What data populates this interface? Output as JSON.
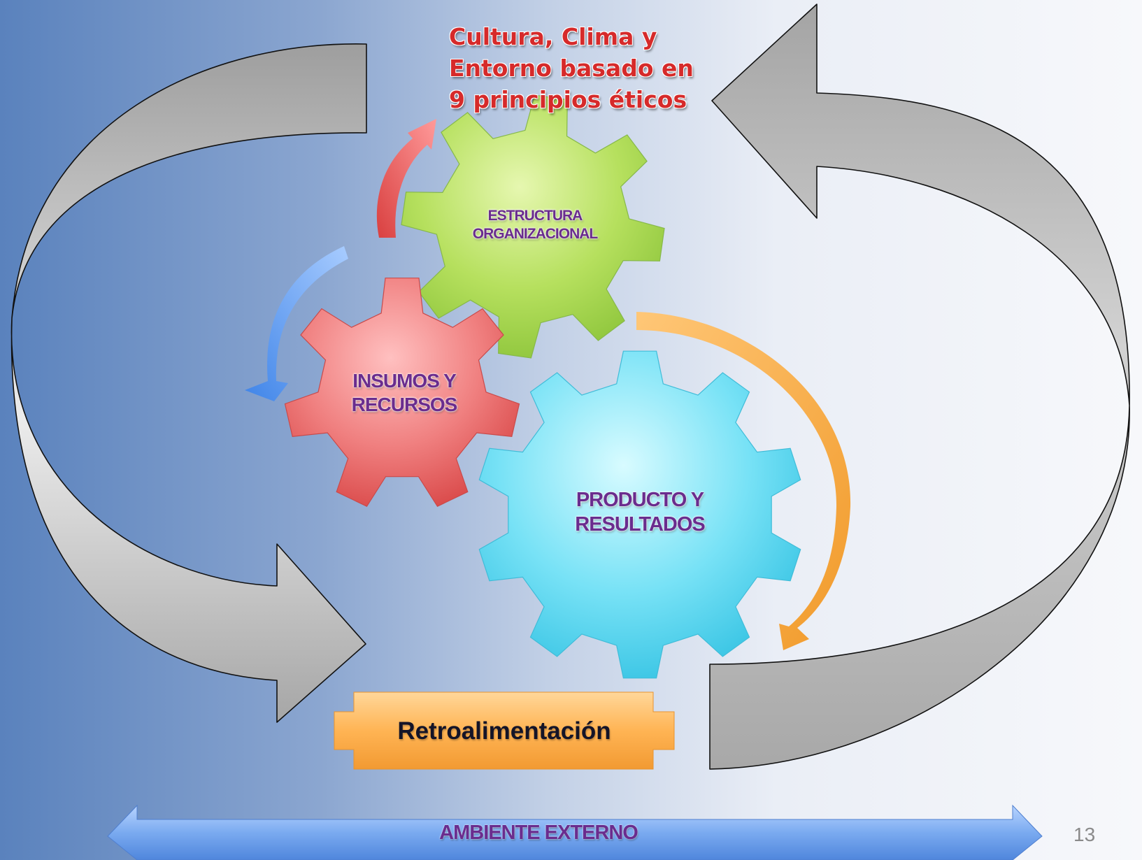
{
  "title_lines": [
    "Cultura, Clima y",
    "Entorno basado en",
    "9 principios éticos"
  ],
  "gears": {
    "estructura": {
      "lines": [
        "ESTRUCTURA",
        "ORGANIZACIONAL"
      ],
      "color": "#a8d84a"
    },
    "insumos": {
      "lines": [
        "INSUMOS Y",
        "RECURSOS"
      ],
      "color": "#ea6a6a"
    },
    "producto": {
      "lines": [
        "PRODUCTO Y",
        "RESULTADOS"
      ],
      "color": "#5bd6ef"
    }
  },
  "retroalimentacion": "Retroalimentación",
  "ambiente_externo": "AMBIENTE EXTERNO",
  "page_number": "13",
  "colors": {
    "label_text": "#6a2c8e",
    "title_text": "#d62a2a",
    "retro_box": "#f7a944",
    "ambiente_arrow": "#7aaaf0",
    "big_arrows": "#c4c4c4"
  },
  "icons": [
    "left-curved-arrow-icon",
    "right-curved-arrow-icon",
    "red-curved-arrow-icon",
    "blue-curved-arrow-icon",
    "orange-curved-arrow-icon",
    "double-headed-arrow-icon"
  ]
}
